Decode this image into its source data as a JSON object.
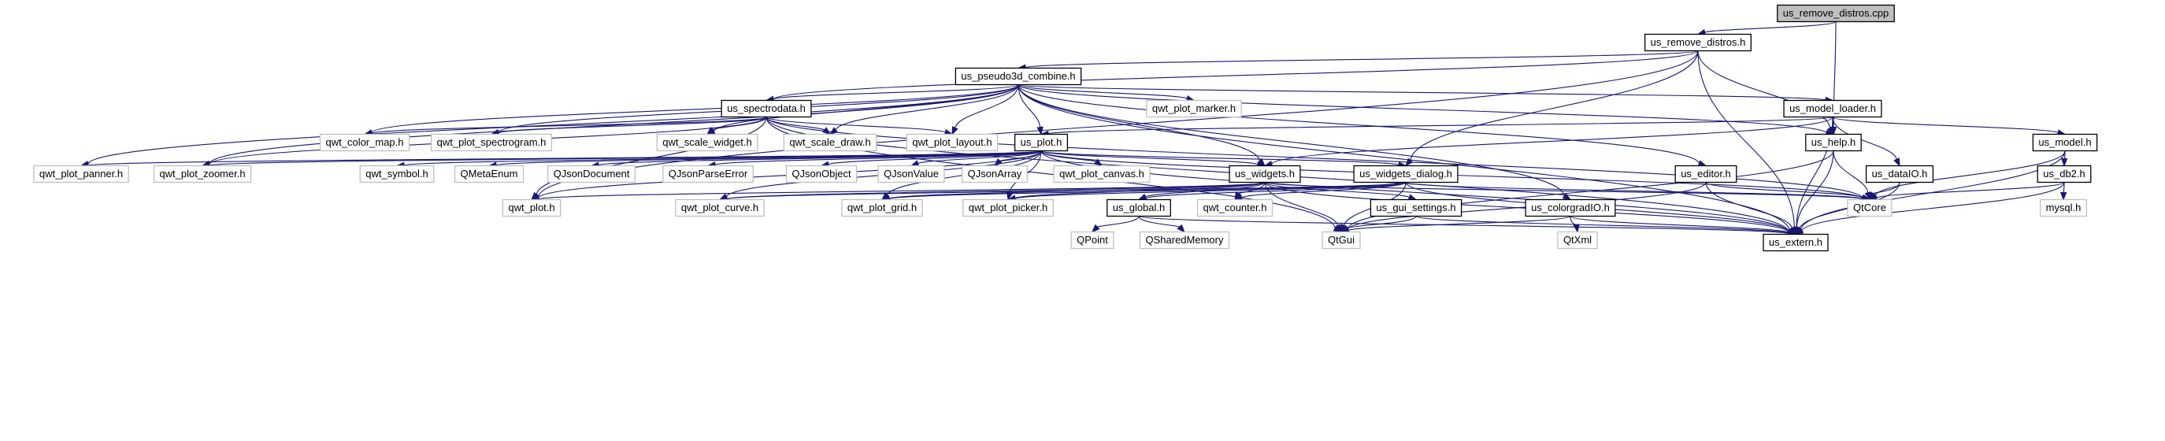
{
  "diagram": {
    "type": "include-dependency-graph",
    "colors": {
      "edge": "#191970",
      "node_border": "#000000",
      "external_border": "#bfbfbf",
      "root_fill": "#bfbfbf",
      "background": "#ffffff"
    },
    "nodes": [
      {
        "id": "us_remove_distros_cpp",
        "label": "us_remove_distros.cpp",
        "kind": "root"
      },
      {
        "id": "us_remove_distros_h",
        "label": "us_remove_distros.h",
        "kind": "local"
      },
      {
        "id": "us_pseudo3d_combine_h",
        "label": "us_pseudo3d_combine.h",
        "kind": "local"
      },
      {
        "id": "us_spectrodata_h",
        "label": "us_spectrodata.h",
        "kind": "local"
      },
      {
        "id": "qwt_plot_marker_h",
        "label": "qwt_plot_marker.h",
        "kind": "external"
      },
      {
        "id": "us_model_loader_h",
        "label": "us_model_loader.h",
        "kind": "local"
      },
      {
        "id": "qwt_color_map_h",
        "label": "qwt_color_map.h",
        "kind": "external"
      },
      {
        "id": "qwt_plot_spectrogram_h",
        "label": "qwt_plot_spectrogram.h",
        "kind": "external"
      },
      {
        "id": "qwt_scale_widget_h",
        "label": "qwt_scale_widget.h",
        "kind": "external"
      },
      {
        "id": "qwt_scale_draw_h",
        "label": "qwt_scale_draw.h",
        "kind": "external"
      },
      {
        "id": "qwt_plot_layout_h",
        "label": "qwt_plot_layout.h",
        "kind": "external"
      },
      {
        "id": "us_plot_h",
        "label": "us_plot.h",
        "kind": "local"
      },
      {
        "id": "us_help_h",
        "label": "us_help.h",
        "kind": "local"
      },
      {
        "id": "us_model_h",
        "label": "us_model.h",
        "kind": "local"
      },
      {
        "id": "qwt_plot_panner_h",
        "label": "qwt_plot_panner.h",
        "kind": "external"
      },
      {
        "id": "qwt_plot_zoomer_h",
        "label": "qwt_plot_zoomer.h",
        "kind": "external"
      },
      {
        "id": "qwt_symbol_h",
        "label": "qwt_symbol.h",
        "kind": "external"
      },
      {
        "id": "QMetaEnum",
        "label": "QMetaEnum",
        "kind": "external"
      },
      {
        "id": "QJsonDocument",
        "label": "QJsonDocument",
        "kind": "external"
      },
      {
        "id": "QJsonParseError",
        "label": "QJsonParseError",
        "kind": "external"
      },
      {
        "id": "QJsonObject",
        "label": "QJsonObject",
        "kind": "external"
      },
      {
        "id": "QJsonValue",
        "label": "QJsonValue",
        "kind": "external"
      },
      {
        "id": "QJsonArray",
        "label": "QJsonArray",
        "kind": "external"
      },
      {
        "id": "qwt_plot_canvas_h",
        "label": "qwt_plot_canvas.h",
        "kind": "external"
      },
      {
        "id": "us_widgets_h",
        "label": "us_widgets.h",
        "kind": "local"
      },
      {
        "id": "us_widgets_dialog_h",
        "label": "us_widgets_dialog.h",
        "kind": "local"
      },
      {
        "id": "us_editor_h",
        "label": "us_editor.h",
        "kind": "local"
      },
      {
        "id": "us_dataIO_h",
        "label": "us_dataIO.h",
        "kind": "local"
      },
      {
        "id": "us_db2_h",
        "label": "us_db2.h",
        "kind": "local"
      },
      {
        "id": "qwt_plot_h",
        "label": "qwt_plot.h",
        "kind": "external"
      },
      {
        "id": "qwt_plot_curve_h",
        "label": "qwt_plot_curve.h",
        "kind": "external"
      },
      {
        "id": "qwt_plot_grid_h",
        "label": "qwt_plot_grid.h",
        "kind": "external"
      },
      {
        "id": "qwt_plot_picker_h",
        "label": "qwt_plot_picker.h",
        "kind": "external"
      },
      {
        "id": "us_global_h",
        "label": "us_global.h",
        "kind": "local"
      },
      {
        "id": "qwt_counter_h",
        "label": "qwt_counter.h",
        "kind": "external"
      },
      {
        "id": "us_gui_settings_h",
        "label": "us_gui_settings.h",
        "kind": "local"
      },
      {
        "id": "us_colorgradIO_h",
        "label": "us_colorgradIO.h",
        "kind": "local"
      },
      {
        "id": "QtCore",
        "label": "QtCore",
        "kind": "external"
      },
      {
        "id": "mysql_h",
        "label": "mysql.h",
        "kind": "external"
      },
      {
        "id": "QPoint",
        "label": "QPoint",
        "kind": "external"
      },
      {
        "id": "QSharedMemory",
        "label": "QSharedMemory",
        "kind": "external"
      },
      {
        "id": "QtGui",
        "label": "QtGui",
        "kind": "external"
      },
      {
        "id": "QtXml",
        "label": "QtXml",
        "kind": "external"
      },
      {
        "id": "us_extern_h",
        "label": "us_extern.h",
        "kind": "local"
      }
    ],
    "edges": [
      [
        "us_remove_distros_cpp",
        "us_remove_distros_h"
      ],
      [
        "us_remove_distros_cpp",
        "us_help_h"
      ],
      [
        "us_remove_distros_h",
        "us_pseudo3d_combine_h"
      ],
      [
        "us_remove_distros_h",
        "us_spectrodata_h"
      ],
      [
        "us_remove_distros_h",
        "us_widgets_dialog_h"
      ],
      [
        "us_remove_distros_h",
        "us_help_h"
      ],
      [
        "us_remove_distros_h",
        "us_extern_h"
      ],
      [
        "us_remove_distros_h",
        "qwt_plot_h"
      ],
      [
        "us_pseudo3d_combine_h",
        "us_spectrodata_h"
      ],
      [
        "us_pseudo3d_combine_h",
        "qwt_plot_marker_h"
      ],
      [
        "us_pseudo3d_combine_h",
        "us_model_loader_h"
      ],
      [
        "us_pseudo3d_combine_h",
        "qwt_color_map_h"
      ],
      [
        "us_pseudo3d_combine_h",
        "qwt_plot_spectrogram_h"
      ],
      [
        "us_pseudo3d_combine_h",
        "qwt_scale_widget_h"
      ],
      [
        "us_pseudo3d_combine_h",
        "qwt_scale_draw_h"
      ],
      [
        "us_pseudo3d_combine_h",
        "qwt_plot_layout_h"
      ],
      [
        "us_pseudo3d_combine_h",
        "us_plot_h"
      ],
      [
        "us_pseudo3d_combine_h",
        "us_help_h"
      ],
      [
        "us_pseudo3d_combine_h",
        "us_widgets_h"
      ],
      [
        "us_pseudo3d_combine_h",
        "us_editor_h"
      ],
      [
        "us_pseudo3d_combine_h",
        "us_colorgradIO_h"
      ],
      [
        "us_pseudo3d_combine_h",
        "qwt_plot_panner_h"
      ],
      [
        "us_pseudo3d_combine_h",
        "qwt_plot_zoomer_h"
      ],
      [
        "us_pseudo3d_combine_h",
        "us_extern_h"
      ],
      [
        "us_spectrodata_h",
        "qwt_color_map_h"
      ],
      [
        "us_spectrodata_h",
        "qwt_plot_spectrogram_h"
      ],
      [
        "us_spectrodata_h",
        "qwt_scale_widget_h"
      ],
      [
        "us_spectrodata_h",
        "qwt_scale_draw_h"
      ],
      [
        "us_spectrodata_h",
        "qwt_plot_layout_h"
      ],
      [
        "us_spectrodata_h",
        "qwt_plot_zoomer_h"
      ],
      [
        "us_spectrodata_h",
        "qwt_plot_h"
      ],
      [
        "us_spectrodata_h",
        "QtCore"
      ],
      [
        "us_spectrodata_h",
        "QtGui"
      ],
      [
        "us_spectrodata_h",
        "us_extern_h"
      ],
      [
        "us_model_loader_h",
        "us_plot_h"
      ],
      [
        "us_model_loader_h",
        "us_help_h"
      ],
      [
        "us_model_loader_h",
        "us_model_h"
      ],
      [
        "us_model_loader_h",
        "us_dataIO_h"
      ],
      [
        "us_model_loader_h",
        "us_widgets_h"
      ],
      [
        "us_model_loader_h",
        "us_extern_h"
      ],
      [
        "us_plot_h",
        "qwt_plot_panner_h"
      ],
      [
        "us_plot_h",
        "qwt_plot_zoomer_h"
      ],
      [
        "us_plot_h",
        "qwt_symbol_h"
      ],
      [
        "us_plot_h",
        "QMetaEnum"
      ],
      [
        "us_plot_h",
        "QJsonDocument"
      ],
      [
        "us_plot_h",
        "QJsonParseError"
      ],
      [
        "us_plot_h",
        "QJsonObject"
      ],
      [
        "us_plot_h",
        "QJsonValue"
      ],
      [
        "us_plot_h",
        "QJsonArray"
      ],
      [
        "us_plot_h",
        "qwt_plot_canvas_h"
      ],
      [
        "us_plot_h",
        "us_widgets_h"
      ],
      [
        "us_plot_h",
        "us_widgets_dialog_h"
      ],
      [
        "us_plot_h",
        "qwt_plot_h"
      ],
      [
        "us_plot_h",
        "qwt_plot_curve_h"
      ],
      [
        "us_plot_h",
        "qwt_plot_grid_h"
      ],
      [
        "us_plot_h",
        "qwt_plot_picker_h"
      ],
      [
        "us_plot_h",
        "QtCore"
      ],
      [
        "us_plot_h",
        "us_extern_h"
      ],
      [
        "us_help_h",
        "QtCore"
      ],
      [
        "us_help_h",
        "us_extern_h"
      ],
      [
        "us_help_h",
        "QtGui"
      ],
      [
        "us_model_h",
        "us_db2_h"
      ],
      [
        "us_model_h",
        "QtCore"
      ],
      [
        "us_model_h",
        "us_extern_h"
      ],
      [
        "us_widgets_h",
        "qwt_plot_h"
      ],
      [
        "us_widgets_h",
        "qwt_plot_curve_h"
      ],
      [
        "us_widgets_h",
        "qwt_plot_grid_h"
      ],
      [
        "us_widgets_h",
        "qwt_plot_picker_h"
      ],
      [
        "us_widgets_h",
        "us_global_h"
      ],
      [
        "us_widgets_h",
        "qwt_counter_h"
      ],
      [
        "us_widgets_h",
        "us_gui_settings_h"
      ],
      [
        "us_widgets_h",
        "QtGui"
      ],
      [
        "us_widgets_h",
        "QtCore"
      ],
      [
        "us_widgets_h",
        "us_extern_h"
      ],
      [
        "us_widgets_dialog_h",
        "qwt_plot_curve_h"
      ],
      [
        "us_widgets_dialog_h",
        "qwt_plot_grid_h"
      ],
      [
        "us_widgets_dialog_h",
        "qwt_plot_picker_h"
      ],
      [
        "us_widgets_dialog_h",
        "us_global_h"
      ],
      [
        "us_widgets_dialog_h",
        "qwt_counter_h"
      ],
      [
        "us_widgets_dialog_h",
        "QtGui"
      ],
      [
        "us_widgets_dialog_h",
        "QtCore"
      ],
      [
        "us_widgets_dialog_h",
        "us_extern_h"
      ],
      [
        "us_editor_h",
        "QtGui"
      ],
      [
        "us_editor_h",
        "QtCore"
      ],
      [
        "us_editor_h",
        "us_extern_h"
      ],
      [
        "us_dataIO_h",
        "QtCore"
      ],
      [
        "us_dataIO_h",
        "us_extern_h"
      ],
      [
        "us_db2_h",
        "QtCore"
      ],
      [
        "us_db2_h",
        "mysql_h"
      ],
      [
        "us_db2_h",
        "us_extern_h"
      ],
      [
        "us_global_h",
        "QPoint"
      ],
      [
        "us_global_h",
        "QSharedMemory"
      ],
      [
        "us_global_h",
        "us_extern_h"
      ],
      [
        "us_gui_settings_h",
        "QtGui"
      ],
      [
        "us_gui_settings_h",
        "us_extern_h"
      ],
      [
        "us_colorgradIO_h",
        "QtGui"
      ],
      [
        "us_colorgradIO_h",
        "QtXml"
      ],
      [
        "us_colorgradIO_h",
        "us_extern_h"
      ]
    ]
  }
}
